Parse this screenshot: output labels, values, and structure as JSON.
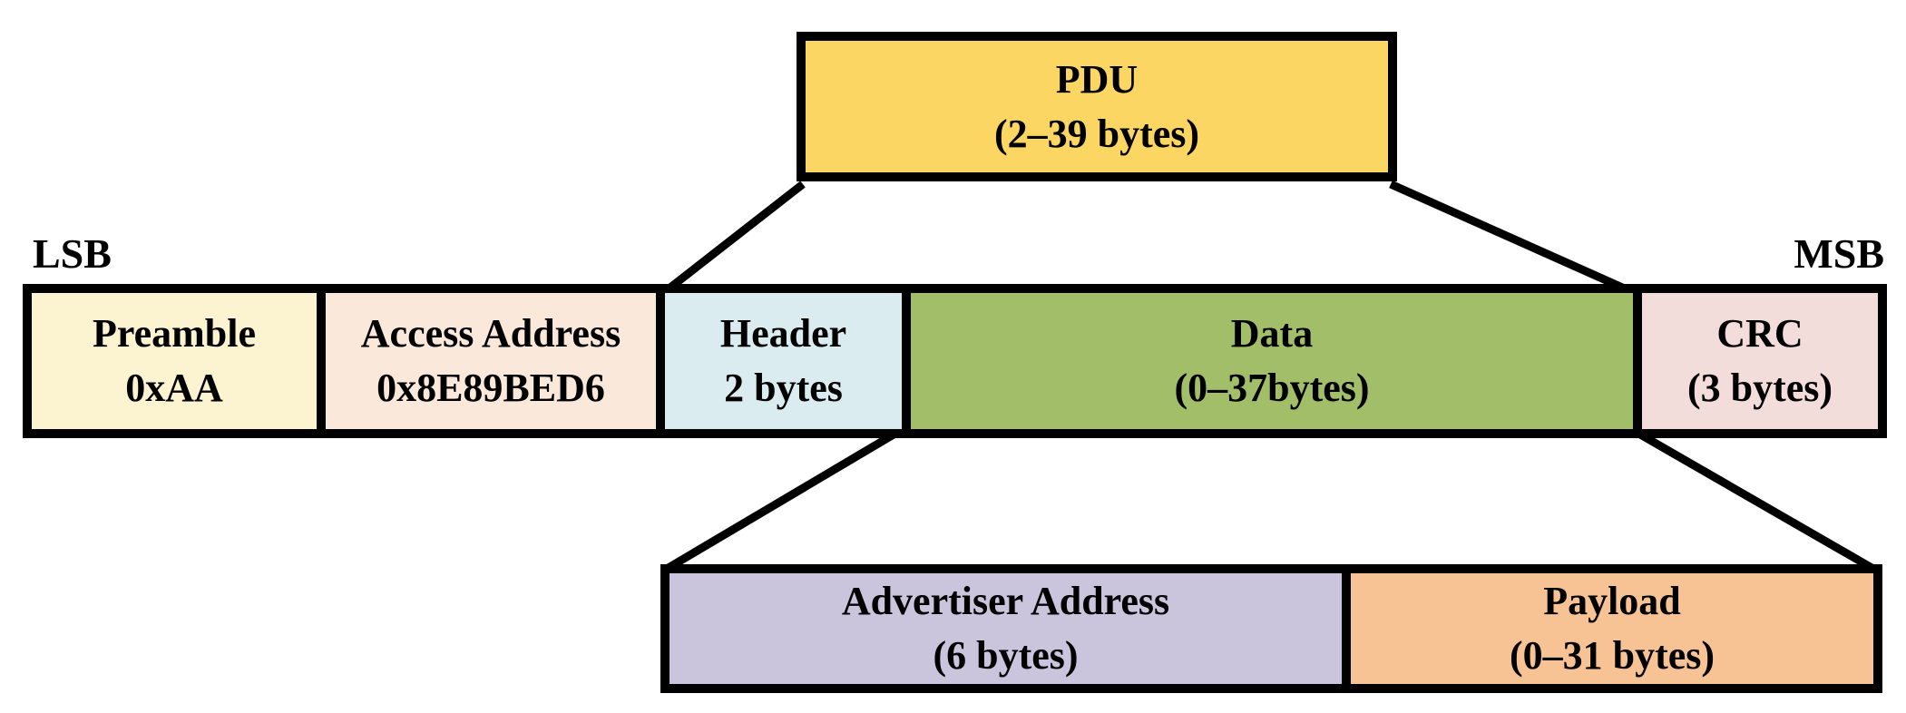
{
  "diagram": {
    "endianness": {
      "left": "LSB",
      "right": "MSB"
    },
    "pdu_box": {
      "line1": "PDU",
      "line2": "(2–39 bytes)",
      "color": "#FBD663"
    },
    "packet_fields": [
      {
        "id": "preamble",
        "line1": "Preamble",
        "line2": "0xAA",
        "color": "#FCF3D0"
      },
      {
        "id": "access-address",
        "line1": "Access Address",
        "line2": "0x8E89BED6",
        "color": "#FAE8DA"
      },
      {
        "id": "header",
        "line1": "Header",
        "line2": "2 bytes",
        "color": "#DBECF1"
      },
      {
        "id": "data",
        "line1": "Data",
        "line2": "(0–37bytes)",
        "color": "#A3BE69"
      },
      {
        "id": "crc",
        "line1": "CRC",
        "line2": "(3 bytes)",
        "color": "#F2DDDB"
      }
    ],
    "pdu_payload_fields": [
      {
        "id": "advertiser-address",
        "line1": "Advertiser Address",
        "line2": "(6 bytes)",
        "color": "#CBC4DD"
      },
      {
        "id": "payload",
        "line1": "Payload",
        "line2": "(0–31 bytes)",
        "color": "#F8C394"
      }
    ],
    "line_color": "#000000"
  }
}
